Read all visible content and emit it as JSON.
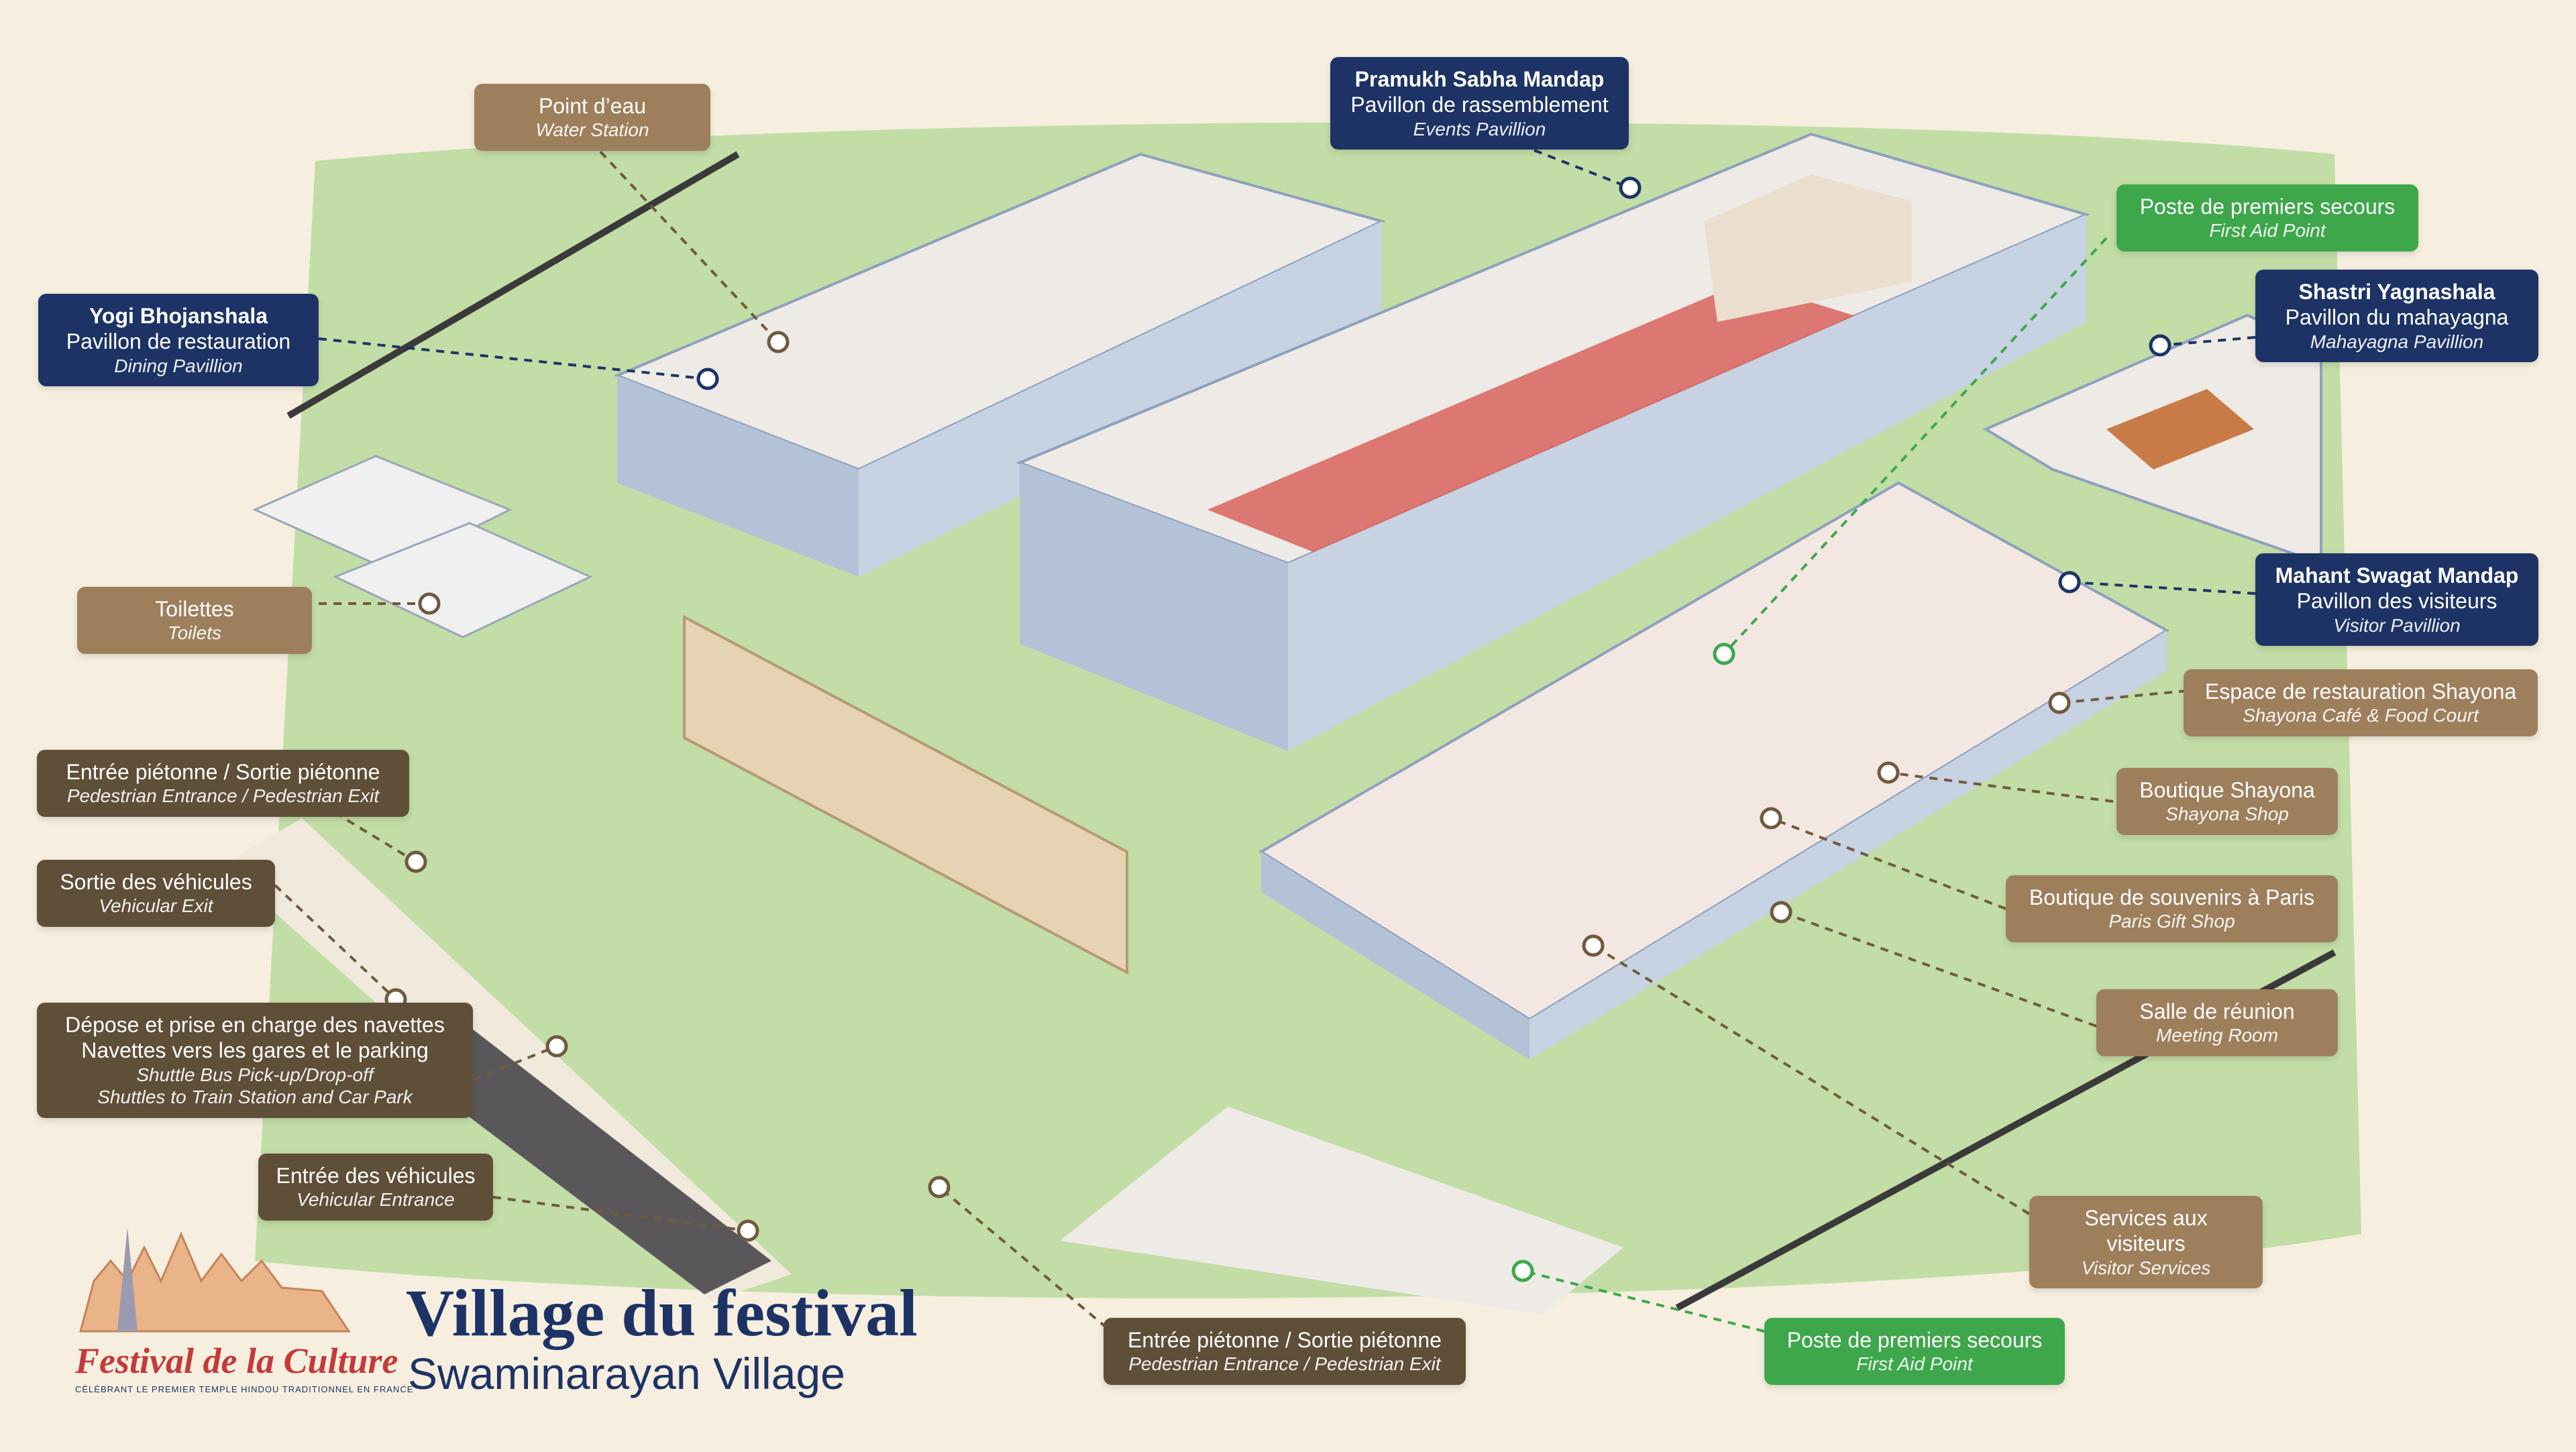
{
  "title": {
    "fr": "Village du festival",
    "en": "Swaminarayan Village"
  },
  "logo": {
    "text": "Festival de la Culture",
    "tagline": "CÉLÉBRANT LE PREMIER TEMPLE HINDOU TRADITIONNEL EN FRANCE"
  },
  "colors": {
    "navy": "#1d3366",
    "tan": "#9e7f5c",
    "brown": "#5f4e38",
    "green": "#3ea74c",
    "grass": "#b7d89a",
    "tent": "#eeeae6"
  },
  "labels": {
    "water_station": {
      "fr": "Point d’eau",
      "en": "Water Station"
    },
    "events_pavilion": {
      "name": "Pramukh Sabha Mandap",
      "fr": "Pavillon de rassemblement",
      "en": "Events Pavillion"
    },
    "first_aid_top": {
      "fr": "Poste de premiers secours",
      "en": "First Aid Point"
    },
    "dining_pavilion": {
      "name": "Yogi Bhojanshala",
      "fr": "Pavillon de restauration",
      "en": "Dining Pavillion"
    },
    "mahayagna_pavilion": {
      "name": "Shastri Yagnashala",
      "fr": "Pavillon du mahayagna",
      "en": "Mahayagna Pavillion"
    },
    "visitor_pavilion": {
      "name": "Mahant Swagat Mandap",
      "fr": "Pavillon des visiteurs",
      "en": "Visitor Pavillion"
    },
    "toilets": {
      "fr": "Toilettes",
      "en": "Toilets"
    },
    "food_court": {
      "fr": "Espace de restauration Shayona",
      "en": "Shayona Café & Food Court"
    },
    "ped_entrance_left": {
      "fr": "Entrée piétonne / Sortie piétonne",
      "en": "Pedestrian Entrance / Pedestrian Exit"
    },
    "shayona_shop": {
      "fr": "Boutique Shayona",
      "en": "Shayona Shop"
    },
    "vehicular_exit": {
      "fr": "Sortie des véhicules",
      "en": "Vehicular Exit"
    },
    "paris_gift_shop": {
      "fr": "Boutique de souvenirs à Paris",
      "en": "Paris Gift Shop"
    },
    "meeting_room": {
      "fr": "Salle de réunion",
      "en": "Meeting Room"
    },
    "shuttle": {
      "fr1": "Dépose et prise en charge des navettes",
      "fr2": "Navettes vers les gares et le parking",
      "en1": "Shuttle Bus Pick-up/Drop-off",
      "en2": "Shuttles to Train Station and Car Park"
    },
    "visitor_services": {
      "fr": "Services aux visiteurs",
      "en": "Visitor Services"
    },
    "vehicular_entrance": {
      "fr": "Entrée des véhicules",
      "en": "Vehicular Entrance"
    },
    "ped_entrance_bottom": {
      "fr": "Entrée piétonne / Sortie piétonne",
      "en": "Pedestrian Entrance / Pedestrian Exit"
    },
    "first_aid_bottom": {
      "fr": "Poste de premiers secours",
      "en": "First Aid Point"
    }
  }
}
